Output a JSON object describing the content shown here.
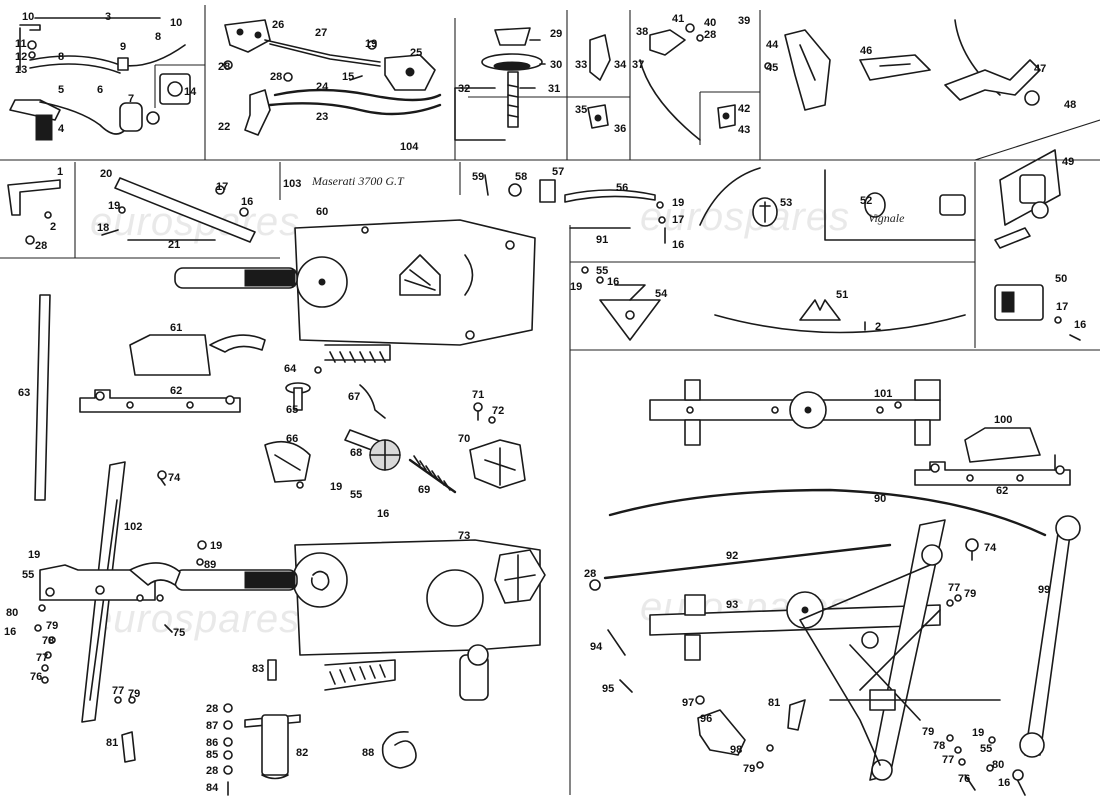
{
  "watermark": "eurospares",
  "brand_script": "Maserati 3700 G.T",
  "emblem_script": "Vignale",
  "labels": {
    "p1": "1",
    "p2": "2",
    "p3": "3",
    "p4": "4",
    "p5": "5",
    "p6": "6",
    "p7": "7",
    "p8": "8",
    "p9": "9",
    "p10": "10",
    "p11": "11",
    "p12": "12",
    "p13": "13",
    "p14": "14",
    "p15": "15",
    "p16": "16",
    "p17": "17",
    "p18": "18",
    "p19": "19",
    "p20": "20",
    "p21": "21",
    "p22": "22",
    "p23": "23",
    "p24": "24",
    "p25": "25",
    "p26": "26",
    "p27": "27",
    "p28": "28",
    "p29": "29",
    "p30": "30",
    "p31": "31",
    "p32": "32",
    "p33": "33",
    "p34": "34",
    "p35": "35",
    "p36": "36",
    "p37": "37",
    "p38": "38",
    "p39": "39",
    "p40": "40",
    "p41": "41",
    "p42": "42",
    "p43": "43",
    "p44": "44",
    "p45": "45",
    "p46": "46",
    "p47": "47",
    "p48": "48",
    "p49": "49",
    "p50": "50",
    "p51": "51",
    "p52": "52",
    "p53": "53",
    "p54": "54",
    "p55": "55",
    "p56": "56",
    "p57": "57",
    "p58": "58",
    "p59": "59",
    "p60": "60",
    "p61": "61",
    "p62": "62",
    "p63": "63",
    "p64": "64",
    "p65": "65",
    "p66": "66",
    "p67": "67",
    "p68": "68",
    "p69": "69",
    "p70": "70",
    "p71": "71",
    "p72": "72",
    "p73": "73",
    "p74": "74",
    "p75": "75",
    "p76": "76",
    "p77": "77",
    "p78": "78",
    "p79": "79",
    "p80": "80",
    "p81": "81",
    "p82": "82",
    "p83": "83",
    "p84": "84",
    "p85": "85",
    "p86": "86",
    "p87": "87",
    "p88": "88",
    "p89": "89",
    "p90": "90",
    "p91": "91",
    "p92": "92",
    "p93": "93",
    "p94": "94",
    "p95": "95",
    "p96": "96",
    "p97": "97",
    "p98": "98",
    "p99": "99",
    "p100": "100",
    "p101": "101",
    "p102": "102",
    "p103": "103",
    "p104": "104"
  }
}
